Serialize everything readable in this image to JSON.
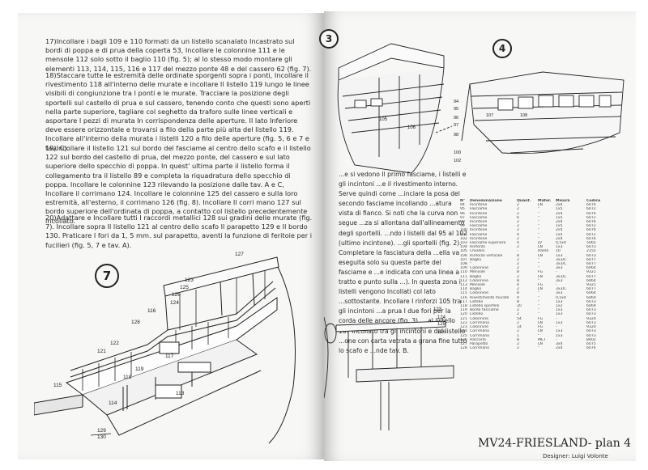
{
  "left_page": {
    "paragraphs": [
      "17)Incollare i bagli 109 e 110 formati da un listello scanalato Incastrato sul bordi di poppa e di prua della coperta 53, Incollare le colonnine 111 e le mensole 112 solo sotto il baglio 110 (fig. 5); al lo stesso modo montare gli elementi 113, 114, 115, 116 e 117 del mezzo ponte 48 e del cassero 62 (fig. 7).",
      "18)Staccare tutte le estremità delle ordinate sporgenti sopra i ponti, Incollare il rivestimento 118 all'interno delle murate e incollare Il listello 119 lungo le linee visibili di congiunzione tra I ponti e le murate. Tracciare la posizione degli sportelli sul castello di prua e sul cassero, tenendo conto che questi sono aperti nella parte superiore, tagliare col seghetto da traforo sulle linee verticali e asportare I pezzi di murata In corrispondenza delle aperture. Il lato Inferiore deve essere orizzontale e trovarsi a filo della parte più alta del listello 119. Incollare all'interno della murata i listelli 120 a filo delle aperture (fig. 5, 6 e 7 e tav. C).",
      "19)Incollare il listello 121 sul bordo del fasciame al centro dello scafo e il listello 122 sul bordo del castello di prua, del mezzo ponte, del cassero e sul lato superiore dello specchio di poppa. In quest' ultima parte il listello forma il collegamento tra il listello 89 e completa la riquadratura dello specchio di poppa. Incollare le colonnine 123 rilevando la posizione dalle tav. A e C, Incollare il corrimano 124. Incollare le colonnine 125 del cassero e sulla loro estremità, all'esterno, il corrimano 126 (fig. 8). Incollare Il corri mano 127 sul bordo superiore dell'ordinata di poppa, a contatto col listello precedentemente incollato.",
      "20)Adattare e Incollare tutti I raccordi metallici 128 sui gradini delle murate (fig. 7). Incollare sopra Il listello 121 al centro dello scafo Il parapetto 129 e Il bordo 130. Praticare I fori da 1, 5 mm. sul parapetto, aventi la funzione di feritoie per i fucilieri (fig. 5, 7 e tav. A)."
    ],
    "figure": {
      "number": "7",
      "labels": [
        "127",
        "123",
        "125",
        "126",
        "124",
        "116",
        "128",
        "122",
        "121",
        "119",
        "118",
        "117",
        "113",
        "114",
        "115",
        "129",
        "130"
      ]
    }
  },
  "right_page": {
    "figures": [
      {
        "number": "3",
        "labels": [
          "105",
          "106"
        ]
      },
      {
        "number": "4",
        "labels": [
          "94",
          "95",
          "96",
          "97",
          "98",
          "100",
          "102",
          "107",
          "108"
        ]
      }
    ],
    "text": "...e si vedono Il primo fasciame, i listelli e gli incintoni ...e il rivestimento interno. Serve quindi come ...inciare la posa del secondo fasciame incollando ...atura vista di fianco. Si noti che la curva non segue ...za si allontana dall'allineamento degli sportelli. ...ndo i listelli dal 95 al 102 (ultimo incintone). ...gli sportelli (fig. 2). Completare la fasciatura della ...ella va eseguita solo su questa parte del fasciame e ...e indicata con una linea a tratto e punto sulla ...). In questa zona i listelli vengono Incollati col lato ...sottostante. Incollare I rinforzi 105 tra gli incintoni ...a prua I due fori per la corda delle ancore (fig. 3). ...al listello 10? Incollato tra gli incintoni e dal listello ...one con carta vetrata a grana fine tutto lo scafo e ...nde tav. B.",
    "lower_figure_labels": [
      "123",
      "124",
      "125",
      "126"
    ],
    "table": {
      "headers": [
        "N°",
        "Denominazione",
        "Quant.",
        "Mater.",
        "Misura",
        "Codice"
      ],
      "rows": [
        [
          "94",
          "Incintone",
          "2",
          "LN",
          "2x4",
          "6076"
        ],
        [
          "95",
          "Fasciame",
          "2",
          "\"",
          "1x5",
          "6072"
        ],
        [
          "96",
          "Incintone",
          "2",
          "\"",
          "2x4",
          "6076"
        ],
        [
          "97",
          "Fasciame",
          "6",
          "\"",
          "1x5",
          "6072"
        ],
        [
          "98",
          "Incintone",
          "2",
          "\"",
          "2x4",
          "6076"
        ],
        [
          "99",
          "Fasciame",
          "2",
          "\"",
          "1x5",
          "6072"
        ],
        [
          "100",
          "Incintone",
          "2",
          "\"",
          "2x4",
          "6076"
        ],
        [
          "101",
          "Fasciame",
          "4",
          "\"",
          "1x5",
          "6072"
        ],
        [
          "102",
          "Incintone",
          "2",
          "\"",
          "2x4",
          "6076"
        ],
        [
          "103",
          "Fasciame superiore",
          "4",
          "LV",
          "0,5x4",
          "5065"
        ],
        [
          "104",
          "Rinforzo",
          "2",
          "LN",
          "1x3",
          "6073"
        ],
        [
          "105",
          "Chiodini",
          "-",
          "Rame",
          "10",
          "2155"
        ],
        [
          "106",
          "Rinforzo verticale",
          "8",
          "LN",
          "1x3",
          "6073"
        ],
        [
          "107",
          "Baglio",
          "2",
          "\"",
          "3x3/C",
          "6077"
        ],
        [
          "108",
          "\"",
          "2",
          "\"",
          "3x3/C",
          "6077"
        ],
        [
          "109",
          "Colonnine",
          "2",
          "\"",
          "3x3",
          "6064"
        ],
        [
          "110",
          "Mensole",
          "8",
          "FG",
          "-",
          "9321"
        ],
        [
          "111",
          "Baglio",
          "2",
          "LN",
          "3x3/C",
          "6077"
        ],
        [
          "112",
          "Colonnine",
          "8",
          "\"",
          "3x3",
          "6064"
        ],
        [
          "113",
          "Mensole",
          "4",
          "FG",
          "-",
          "9321"
        ],
        [
          "114",
          "Baglio",
          "2",
          "LN",
          "3x3/C",
          "6077"
        ],
        [
          "115",
          "Colonnine",
          "8",
          "\"",
          "3x3",
          "6064"
        ],
        [
          "116",
          "Rivestimento murate",
          "4",
          "\"",
          "0,5x4",
          "6060"
        ],
        [
          "117",
          "Listello",
          "8",
          "\"",
          "1x3",
          "6073"
        ],
        [
          "118",
          "Listello sportelli",
          "20",
          "\"",
          "1x2",
          "6069"
        ],
        [
          "119",
          "Bordo fasciame",
          "2",
          "\"",
          "1x3",
          "6073"
        ],
        [
          "120",
          "Listello",
          "2",
          "\"",
          "1x3",
          "6073"
        ],
        [
          "121",
          "Colonnine",
          "54",
          "FG",
          "-",
          "9320"
        ],
        [
          "122",
          "Corrimano",
          "2",
          "LN",
          "1x3",
          "6073"
        ],
        [
          "123",
          "Colonnine",
          "14",
          "FG",
          "-",
          "9320"
        ],
        [
          "124",
          "Corrimano",
          "2",
          "LN",
          "1x3",
          "6073"
        ],
        [
          "125",
          "Corrimano",
          "1",
          "\"",
          "1x3",
          "6073"
        ],
        [
          "126",
          "Raccordi",
          "8",
          "MET",
          "-",
          "8002"
        ],
        [
          "127",
          "Parapetto",
          "2",
          "LN",
          "3x4",
          "6075"
        ],
        [
          "128",
          "Corrimano",
          "2",
          "\"",
          "2x4",
          "6076"
        ]
      ]
    },
    "title": "MV24-FRIESLAND- plan 4",
    "designer": "Designer: Luigi Volonte"
  }
}
